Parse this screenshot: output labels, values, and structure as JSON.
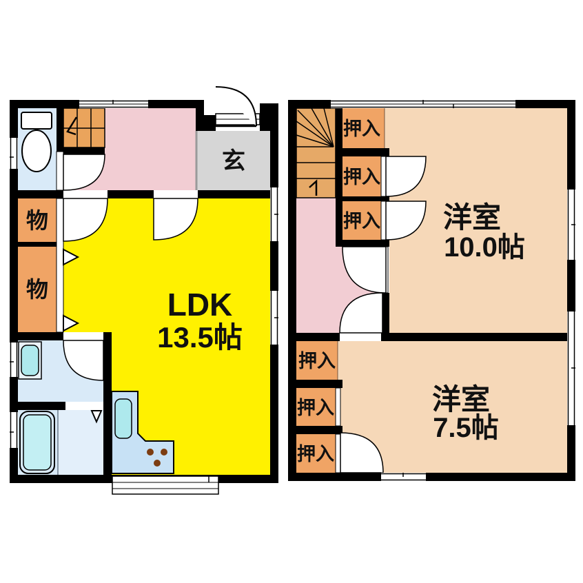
{
  "floor1": {
    "entrance_label": "玄",
    "storage1_label": "物",
    "storage2_label": "物",
    "ldk_label": "LDK",
    "ldk_area": "13.5帖"
  },
  "floor2": {
    "room10_label": "洋室",
    "room10_area": "10.0帖",
    "room75_label": "洋室",
    "room75_area": "7.5帖",
    "closets": [
      "押入",
      "押入",
      "押入",
      "押入",
      "押入",
      "押入"
    ]
  },
  "colors": {
    "wall": "#000000",
    "ldk_yellow": "#FFF100",
    "hallway_pink": "#F2CDD3",
    "closet_orange": "#F0A465",
    "stairs_orange": "#EAA45C",
    "room_peach": "#F6D8B8",
    "entrance_gray": "#D6D6D6",
    "sanitary_blue": "#D9EAF8",
    "bathroom_blue": "#E3EFFA",
    "kitchen_counter_blue": "#C7E1F5",
    "sink_cyan": "#AEE9ED",
    "bathtub_cyan": "#C3EFF3",
    "burner_brown": "#7C3D12"
  }
}
